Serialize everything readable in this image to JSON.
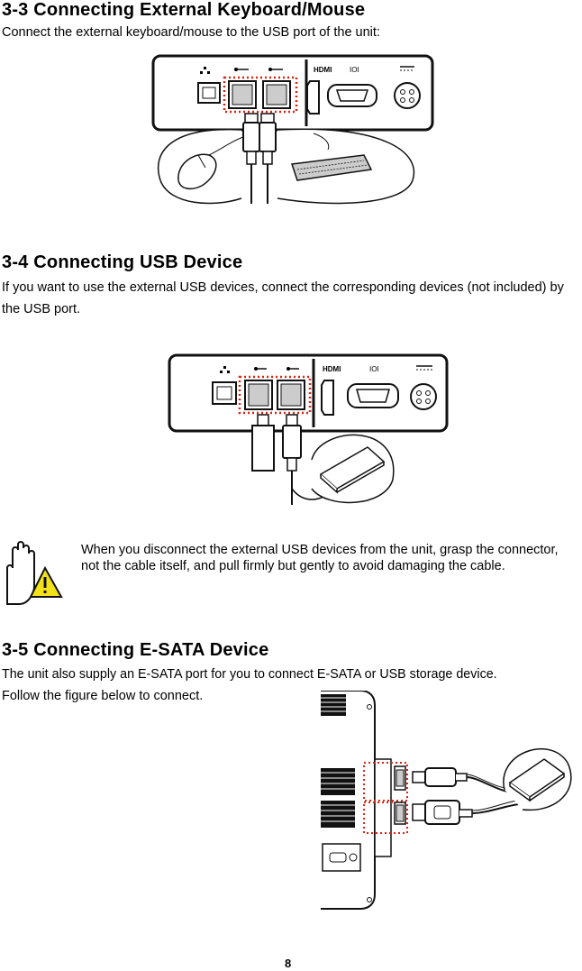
{
  "section_3_3": {
    "title": "3-3 Connecting External Keyboard/Mouse",
    "body": "Connect the external keyboard/mouse to the USB port of the unit:"
  },
  "section_3_4": {
    "title": "3-4 Connecting USB Device",
    "body": "If you want to use the external USB devices, connect the corresponding devices (not included) by the USB port."
  },
  "note": {
    "text": "When you disconnect the external USB devices from the unit, grasp the connector, not the cable itself, and pull firmly but gently to avoid damaging the cable.",
    "icon": "caution-hand-icon"
  },
  "section_3_5": {
    "title": "3-5 Connecting E-SATA Device",
    "body_line1": "The unit also supply an E-SATA port for you to connect E-SATA or USB storage device.",
    "body_line2": "Follow the figure below to connect."
  },
  "panel_labels": {
    "hdmi": "HDMI",
    "vga": "IOI"
  },
  "page_number": "8"
}
